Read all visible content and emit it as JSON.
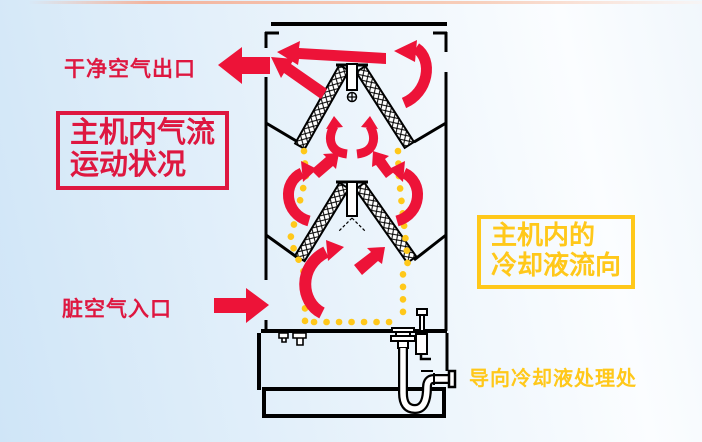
{
  "colors": {
    "airflow-red": "#ED1338",
    "label-red": "#DE1740",
    "coolant-yellow": "#FFC81A",
    "outline-black": "#000000",
    "bg-left": "#cfe5f7",
    "bg-mid": "#e9f3fb",
    "bg-right": "#fbfdff",
    "top-strip": "#f2b49e"
  },
  "diagram": {
    "labels": {
      "clean_air_outlet": "干净空气出口",
      "airflow_title_line1": "主机内气流",
      "airflow_title_line2": "运动状况",
      "dirty_air_inlet": "脏空气入口",
      "coolant_title_line1": "主机内的",
      "coolant_title_line2": "冷却液流向",
      "coolant_destination": "导向冷却液处理处"
    },
    "legend": {
      "red_arrows_meaning": "主机内气流运动状况",
      "yellow_dots_meaning": "主机内的冷却液流向"
    }
  }
}
